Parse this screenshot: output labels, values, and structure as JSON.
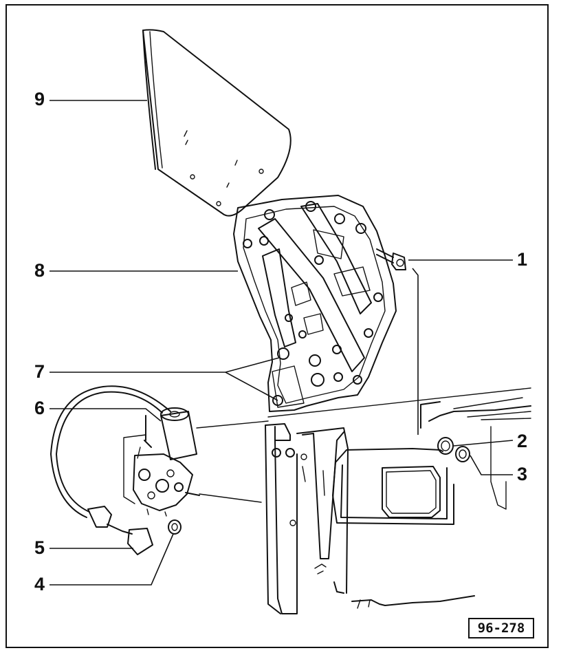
{
  "figure_code": "96-278",
  "callouts": [
    "1",
    "2",
    "3",
    "4",
    "5",
    "6",
    "7",
    "8",
    "9"
  ]
}
